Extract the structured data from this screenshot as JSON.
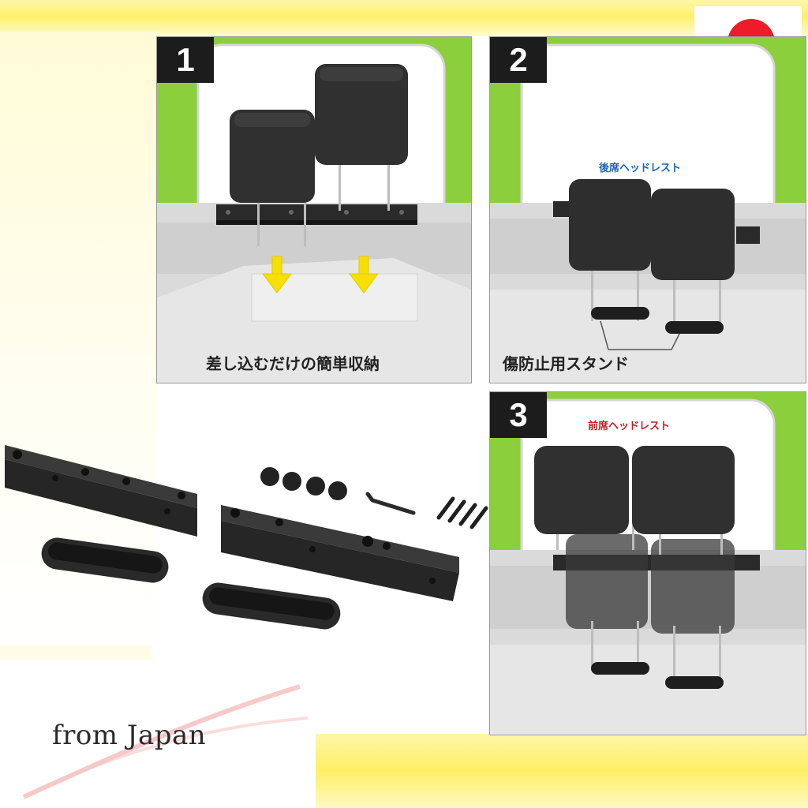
{
  "panels": [
    {
      "number": "1",
      "caption": "差し込むだけの簡単収納"
    },
    {
      "number": "2",
      "callout": "後席ヘッドレスト",
      "caption": "傷防止用スタンド"
    },
    {
      "number": "3",
      "callout": "前席ヘッドレスト"
    }
  ],
  "watermark": {
    "text": "from Japan"
  },
  "colors": {
    "body_green": "#8ccf3c",
    "arrow_yellow": "#f7df00",
    "flag_red": "#ec1c2b",
    "callout_blue": "#1a63b8",
    "callout_red": "#d21a24"
  }
}
